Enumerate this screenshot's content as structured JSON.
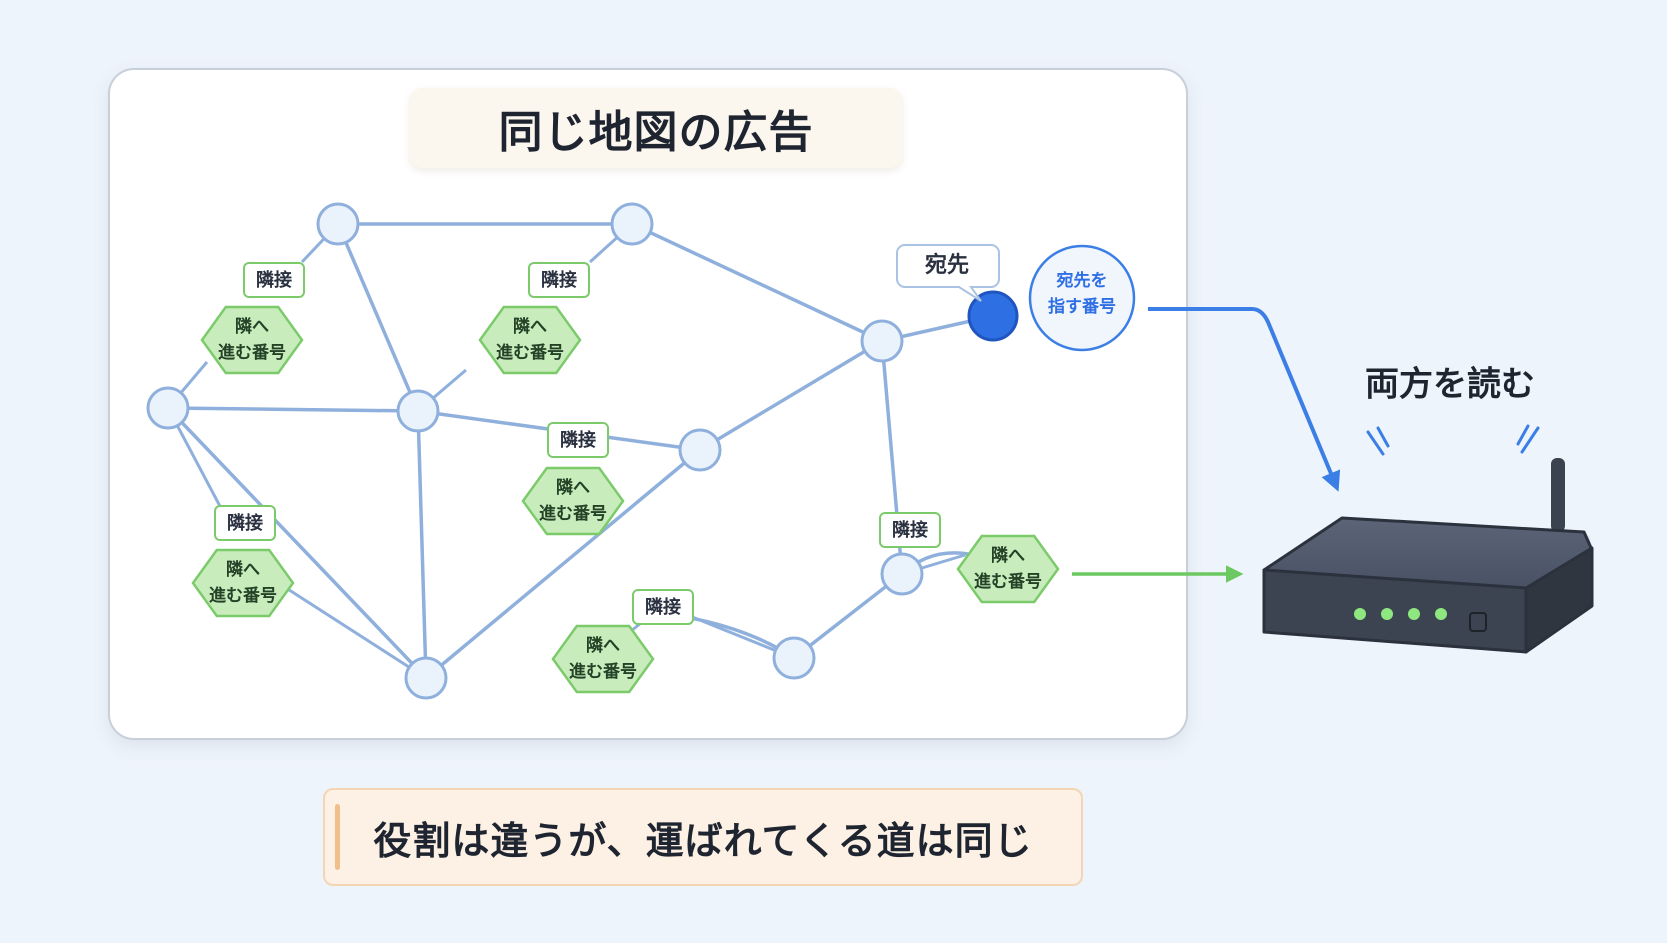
{
  "title": "同じ地図の広告",
  "caption": "役割は違うが、運ばれてくる道は同じ",
  "router_label": "両方を読む",
  "destination": {
    "label": "宛先",
    "bubble_line1": "宛先を",
    "bubble_line2": "指す番号"
  },
  "adjacency_tag": "隣接",
  "adjacency_badge": {
    "line1": "隣へ",
    "line2": "進む番号"
  },
  "colors": {
    "edge": "#8fb0dc",
    "node_fill": "#eaf2fc",
    "node_stroke": "#8fb0dc",
    "destination_node": "#2f6fe4",
    "badge_fill": "#c9ecbd",
    "badge_stroke": "#7ccb6b",
    "blue_arrow": "#3b7fe6",
    "green_arrow": "#6cc861",
    "router_body": "#3c4452"
  },
  "icons": [
    "router-icon",
    "signal-waves-icon"
  ]
}
